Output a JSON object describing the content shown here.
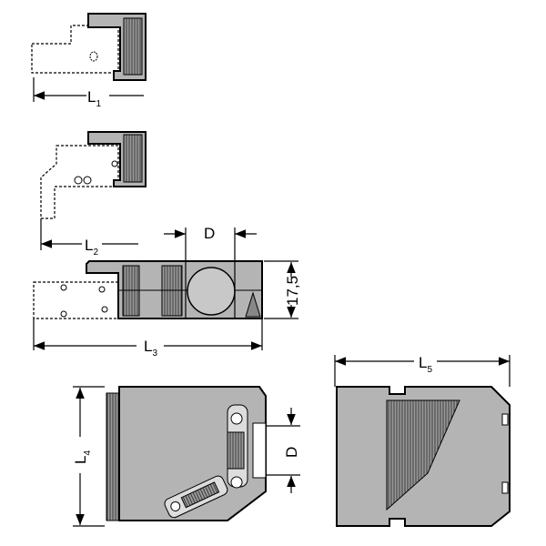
{
  "dimensions": {
    "l1": {
      "letter": "L",
      "sub": "1"
    },
    "l2": {
      "letter": "L",
      "sub": "2"
    },
    "l3": {
      "letter": "L",
      "sub": "3"
    },
    "l4": {
      "letter": "L",
      "sub": "4"
    },
    "l5": {
      "letter": "L",
      "sub": "5"
    },
    "d_top": "D",
    "d_side": "D",
    "height": "17,5"
  },
  "colors": {
    "body": "#b4b4b4",
    "line": "#000000"
  }
}
